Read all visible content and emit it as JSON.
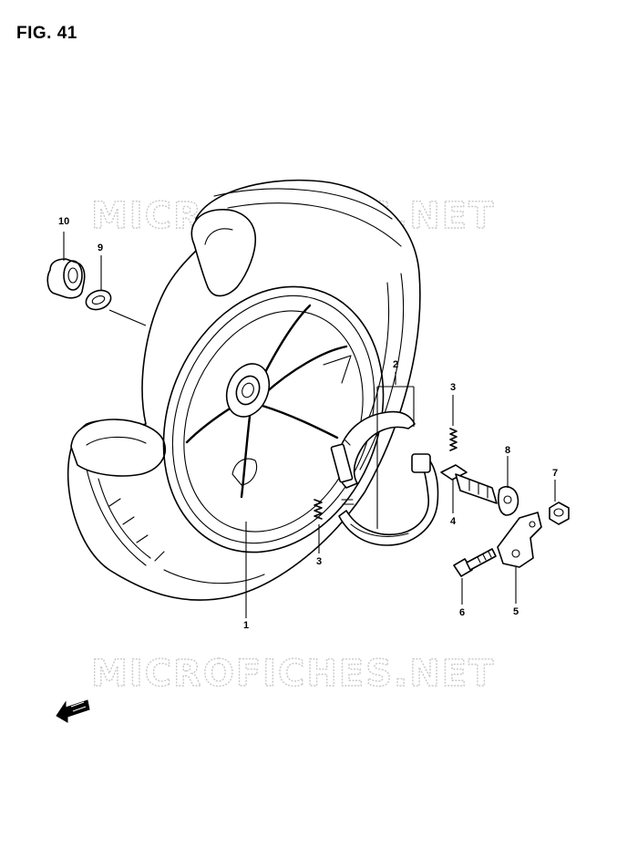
{
  "figure": {
    "title": "FIG. 41"
  },
  "watermark": {
    "text": "MICROFICHES.NET"
  },
  "callouts": {
    "c1": "1",
    "c2": "2",
    "c3_top": "3",
    "c3_bottom": "3",
    "c4": "4",
    "c5": "5",
    "c6": "6",
    "c7": "7",
    "c8": "8",
    "c9": "9",
    "c10": "10"
  },
  "icons": {
    "front_arrow": "front-direction-arrow-icon"
  }
}
